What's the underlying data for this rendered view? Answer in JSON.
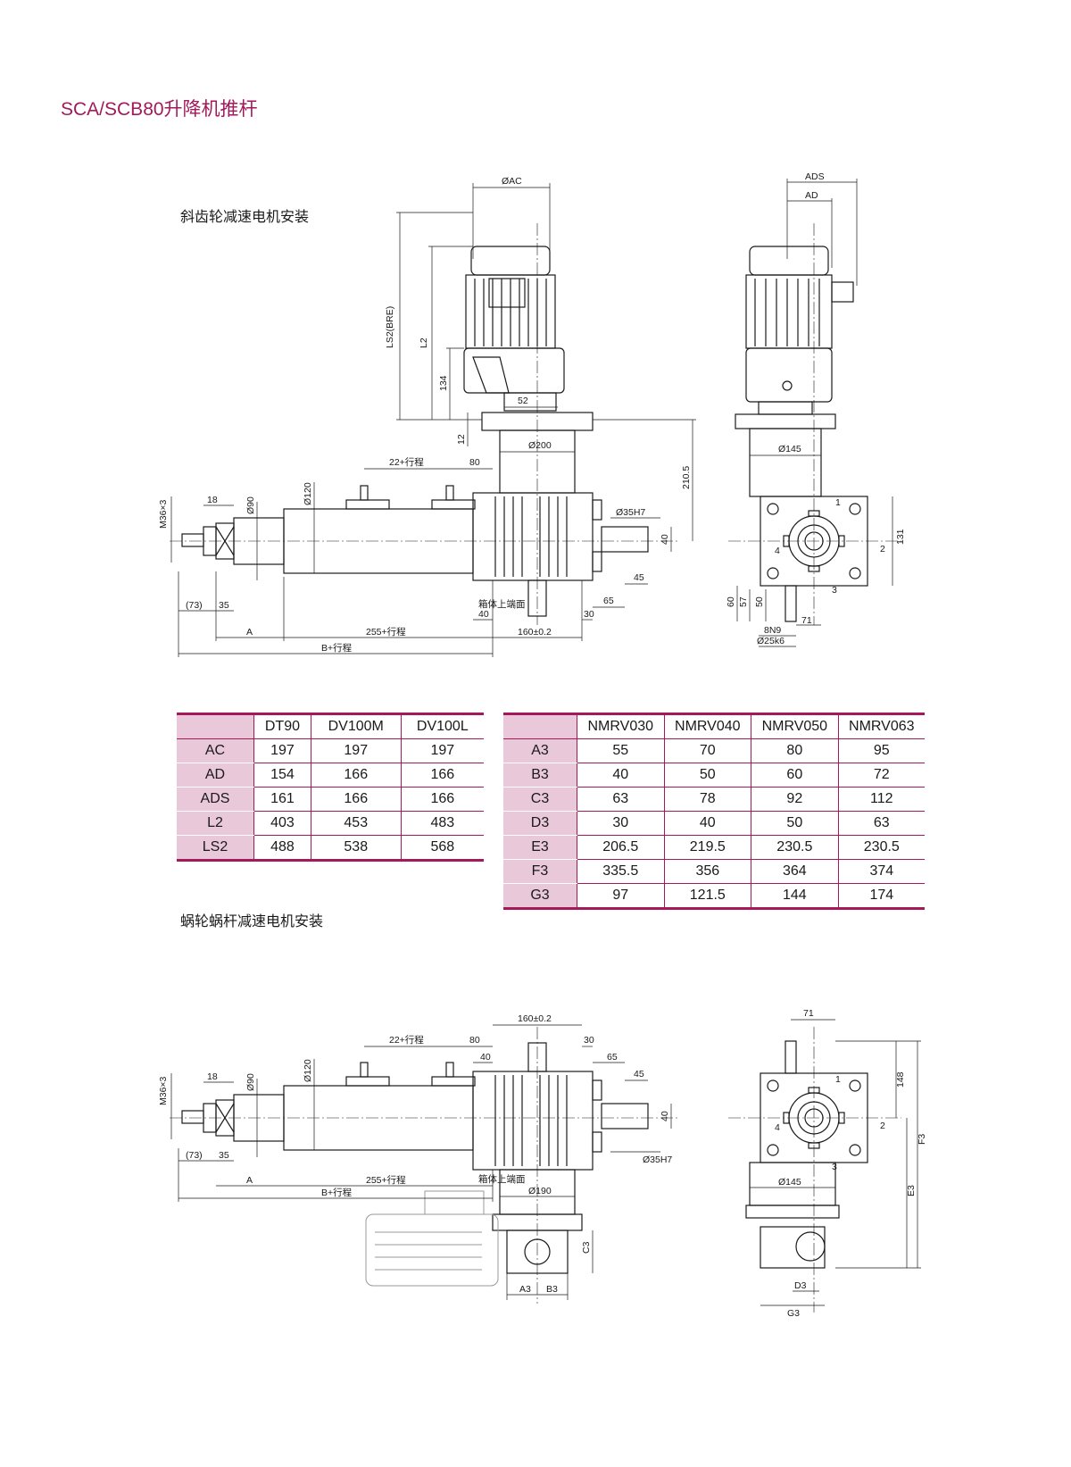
{
  "page": {
    "title": "SCA/SCB80升降机推杆",
    "section_helical": "斜齿轮减速电机安装",
    "section_worm": "蜗轮蜗杆减速电机安装"
  },
  "drawing_top": {
    "dim_ac": "ØAC",
    "dim_ls2": "LS2(BRE)",
    "dim_l2": "L2",
    "dim_134": "134",
    "dim_52": "52",
    "dim_12": "12",
    "dim_200": "Ø200",
    "dim_2105": "210.5",
    "dim_22": "22+行程",
    "dim_80": "80",
    "dim_m36": "M36×3",
    "dim_18": "18",
    "dim_90": "Ø90",
    "dim_120": "Ø120",
    "dim_35h7": "Ø35H7",
    "dim_40r": "40",
    "dim_45": "45",
    "dim_65": "65",
    "dim_73": "(73)",
    "dim_35": "35",
    "box_top": "箱体上端面",
    "dim_40b": "40",
    "dim_30": "30",
    "dim_a": "A",
    "dim_255": "255+行程",
    "dim_160": "160±0.2",
    "dim_b": "B+行程",
    "dim_ads": "ADS",
    "dim_ad": "AD",
    "dim_145": "Ø145",
    "dim_131": "131",
    "dim_60": "60",
    "dim_57": "57",
    "dim_50": "50",
    "dim_71": "71",
    "dim_8n9": "8N9",
    "dim_25k6": "Ø25k6",
    "n1": "1",
    "n2": "2",
    "n3": "3",
    "n4": "4"
  },
  "drawing_bottom": {
    "dim_160": "160±0.2",
    "dim_22": "22+行程",
    "dim_80": "80",
    "dim_30": "30",
    "dim_40t": "40",
    "dim_65": "65",
    "dim_45": "45",
    "dim_40r": "40",
    "dim_35h7": "Ø35H7",
    "dim_m36": "M36×3",
    "dim_18": "18",
    "dim_90": "Ø90",
    "dim_120": "Ø120",
    "dim_73": "(73)",
    "dim_35": "35",
    "dim_a": "A",
    "dim_255": "255+行程",
    "box_top": "箱体上端面",
    "dim_b": "B+行程",
    "dim_190": "Ø190",
    "dim_c3": "C3",
    "dim_a3": "A3",
    "dim_b3": "B3",
    "dim_71": "71",
    "dim_148": "148",
    "dim_f3": "F3",
    "dim_e3": "E3",
    "dim_145": "Ø145",
    "dim_d3": "D3",
    "dim_g3": "G3",
    "n1": "1",
    "n2": "2",
    "n3": "3",
    "n4": "4"
  },
  "table_motor": {
    "headers": [
      "",
      "DT90",
      "DV100M",
      "DV100L"
    ],
    "rows": [
      {
        "label": "AC",
        "values": [
          "197",
          "197",
          "197"
        ]
      },
      {
        "label": "AD",
        "values": [
          "154",
          "166",
          "166"
        ]
      },
      {
        "label": "ADS",
        "values": [
          "161",
          "166",
          "166"
        ]
      },
      {
        "label": "L2",
        "values": [
          "403",
          "453",
          "483"
        ]
      },
      {
        "label": "LS2",
        "values": [
          "488",
          "538",
          "568"
        ]
      }
    ]
  },
  "table_worm": {
    "headers": [
      "",
      "NMRV030",
      "NMRV040",
      "NMRV050",
      "NMRV063"
    ],
    "rows": [
      {
        "label": "A3",
        "values": [
          "55",
          "70",
          "80",
          "95"
        ]
      },
      {
        "label": "B3",
        "values": [
          "40",
          "50",
          "60",
          "72"
        ]
      },
      {
        "label": "C3",
        "values": [
          "63",
          "78",
          "92",
          "112"
        ]
      },
      {
        "label": "D3",
        "values": [
          "30",
          "40",
          "50",
          "63"
        ]
      },
      {
        "label": "E3",
        "values": [
          "206.5",
          "219.5",
          "230.5",
          "230.5"
        ]
      },
      {
        "label": "F3",
        "values": [
          "335.5",
          "356",
          "364",
          "374"
        ]
      },
      {
        "label": "G3",
        "values": [
          "97",
          "121.5",
          "144",
          "174"
        ]
      }
    ]
  }
}
